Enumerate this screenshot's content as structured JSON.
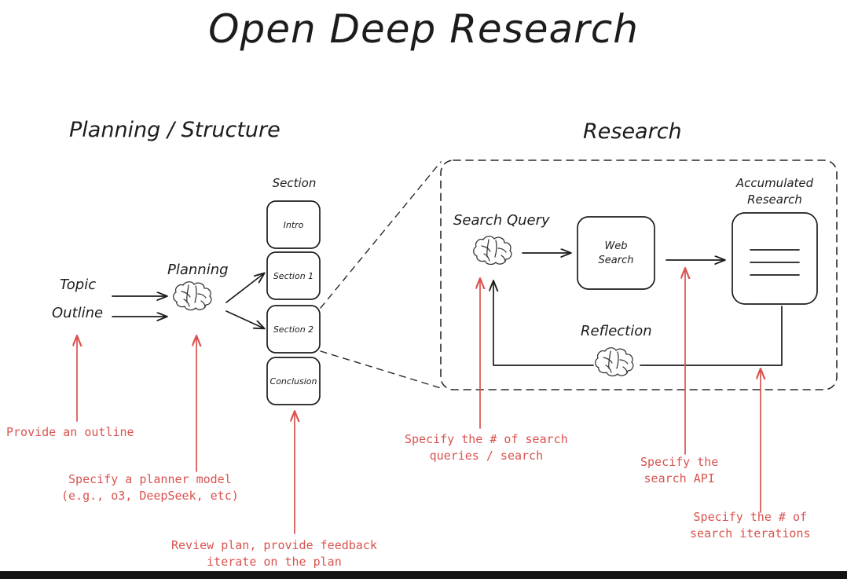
{
  "title": "Open Deep Research",
  "headings": {
    "planning": "Planning / Structure",
    "research": "Research"
  },
  "planning": {
    "inputs": [
      {
        "label": "Topic"
      },
      {
        "label": "Outline"
      }
    ],
    "planner_label": "Planning",
    "planner_icon": "brain-icon",
    "section_column_label": "Section",
    "sections": [
      {
        "label": "Intro"
      },
      {
        "label": "Section 1"
      },
      {
        "label": "Section 2"
      },
      {
        "label": "Conclusion"
      }
    ]
  },
  "research": {
    "search_query_label": "Search Query",
    "search_query_icon": "brain-icon",
    "web_search_label_line1": "Web",
    "web_search_label_line2": "Search",
    "accumulated_label_line1": "Accumulated",
    "accumulated_label_line2": "Research",
    "accumulated_icon": "document-lines-icon",
    "reflection_label": "Reflection",
    "reflection_icon": "brain-icon"
  },
  "annotations": [
    {
      "id": "provide-outline",
      "text": "Provide an outline"
    },
    {
      "id": "planner-model",
      "text": "Specify a planner model\n(e.g., o3, DeepSeek, etc)"
    },
    {
      "id": "review-plan",
      "text": "Review plan, provide feedback\niterate on the plan"
    },
    {
      "id": "search-queries",
      "text": "Specify the # of search\nqueries / search"
    },
    {
      "id": "search-api",
      "text": "Specify the\nsearch API"
    },
    {
      "id": "search-iterations",
      "text": "Specify the # of\nsearch iterations"
    }
  ],
  "colors": {
    "ink": "#1c1c1c",
    "annotation_red": "#d9534f",
    "background": "#ffffff",
    "bottom_bar": "#131313"
  }
}
